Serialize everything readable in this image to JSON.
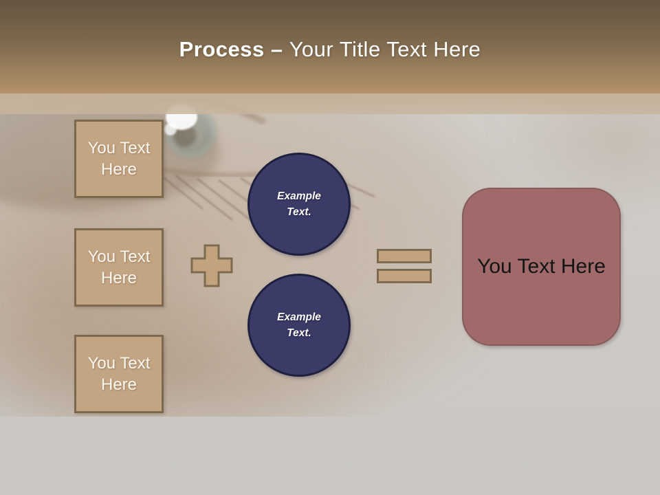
{
  "slide": {
    "header": {
      "title_bold": "Process –",
      "title_regular": "Your Title Text Here"
    },
    "inputs": [
      {
        "label": "You Text Here"
      },
      {
        "label": "You Text Here"
      },
      {
        "label": "You Text Here"
      }
    ],
    "process_circles": [
      {
        "label": "Example Text."
      },
      {
        "label": "Example Text."
      }
    ],
    "operators": [
      {
        "icon": "plus-icon"
      },
      {
        "icon": "equals-icon"
      }
    ],
    "result": {
      "label": "You Text Here"
    },
    "colors": {
      "header_top": "#645440",
      "header_bottom": "#b69068",
      "tan_fill": "#c4a583",
      "tan_border": "#7c684c",
      "operator_fill": "#c2a37e",
      "operator_border": "#7c6b50",
      "circle_fill": "#3b3b67",
      "circle_border": "#1f1f3e",
      "result_fill": "#a16a6a",
      "result_border": "#855b5b",
      "background": "#cdcac6",
      "title_text": "#ffffff"
    }
  }
}
